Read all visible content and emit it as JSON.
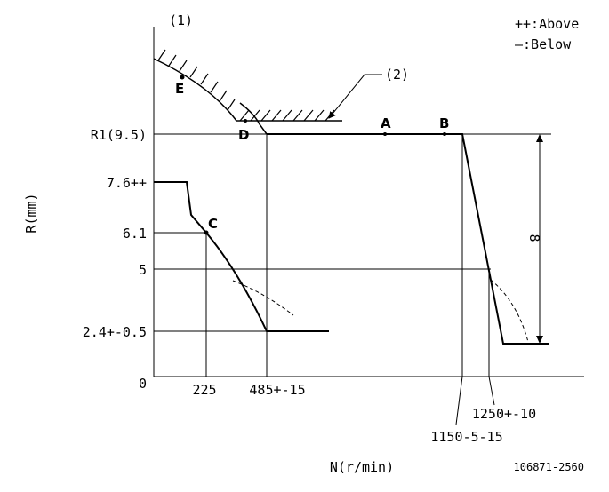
{
  "legend": {
    "above": "++:Above",
    "below": "—:Below"
  },
  "labels": {
    "top_left": "(1)",
    "callout": "(2)",
    "y_axis": "R(mm)",
    "x_axis": "N(r/min)",
    "figure_id": "106871-2560",
    "dimension": "8"
  },
  "y_ticks": {
    "r1": "R1(9.5)",
    "t76": "7.6++",
    "t61": "6.1",
    "t5": "5",
    "t24": "2.4+-0.5",
    "t0": "0"
  },
  "x_ticks": {
    "x225": "225",
    "x485": "485+-15",
    "x1150": "1150-5-15",
    "x1250": "1250+-10"
  },
  "points": {
    "A": "A",
    "B": "B",
    "C": "C",
    "D": "D",
    "E": "E"
  }
}
